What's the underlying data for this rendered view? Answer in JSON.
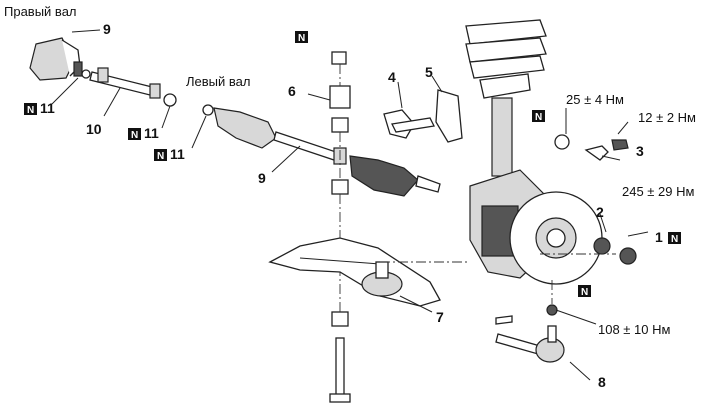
{
  "labels": {
    "right_shaft": "Правый вал",
    "left_shaft": "Левый вал",
    "torque_25": "25 ± 4 Нм",
    "torque_12": "12 ± 2 Нм",
    "torque_245": "245 ± 29 Нм",
    "torque_108": "108 ± 10 Нм"
  },
  "part_numbers": {
    "p9_top": "9",
    "p10": "10",
    "p11_a": "11",
    "p11_b": "11",
    "p11_c": "11",
    "p9_left": "9",
    "p6": "6",
    "p4": "4",
    "p5": "5",
    "p3": "3",
    "p2": "2",
    "p1": "1",
    "p7": "7",
    "p8": "8"
  },
  "badge_letter": "N"
}
